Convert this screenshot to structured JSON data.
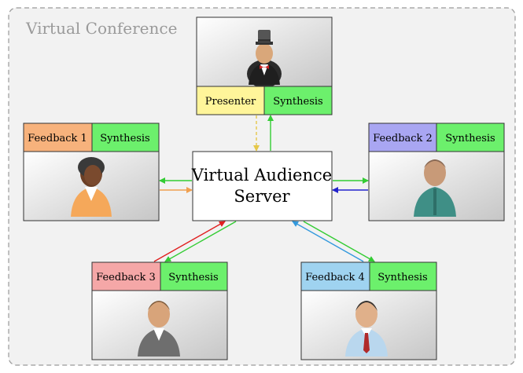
{
  "diagram": {
    "title": "Virtual Conference",
    "server_label_line1": "Virtual Audience",
    "server_label_line2": "Server",
    "presenter": {
      "role_label": "Presenter",
      "synthesis_label": "Synthesis",
      "role_color": "#fff59a"
    },
    "participants": [
      {
        "id": "feedback-1",
        "role_label": "Feedback 1",
        "synthesis_label": "Synthesis",
        "role_color": "#f7b27c"
      },
      {
        "id": "feedback-2",
        "role_label": "Feedback 2",
        "synthesis_label": "Synthesis",
        "role_color": "#a9a6f2"
      },
      {
        "id": "feedback-3",
        "role_label": "Feedback 3",
        "synthesis_label": "Synthesis",
        "role_color": "#f5a7a7"
      },
      {
        "id": "feedback-4",
        "role_label": "Feedback 4",
        "synthesis_label": "Synthesis",
        "role_color": "#9fd3f0"
      }
    ],
    "colors": {
      "synthesis": "#6cf06c",
      "synthesis_arrow": "#33cc33",
      "presenter_arrow": "#e5c84a",
      "feedback1_arrow": "#f0a050",
      "feedback2_arrow": "#2222cc",
      "feedback3_arrow": "#e02020",
      "feedback4_arrow": "#3399dd"
    },
    "icons": [
      "presenter-avatar-icon",
      "woman-avatar-icon",
      "man-teal-avatar-icon",
      "man-gray-avatar-icon",
      "businessman-avatar-icon"
    ]
  }
}
